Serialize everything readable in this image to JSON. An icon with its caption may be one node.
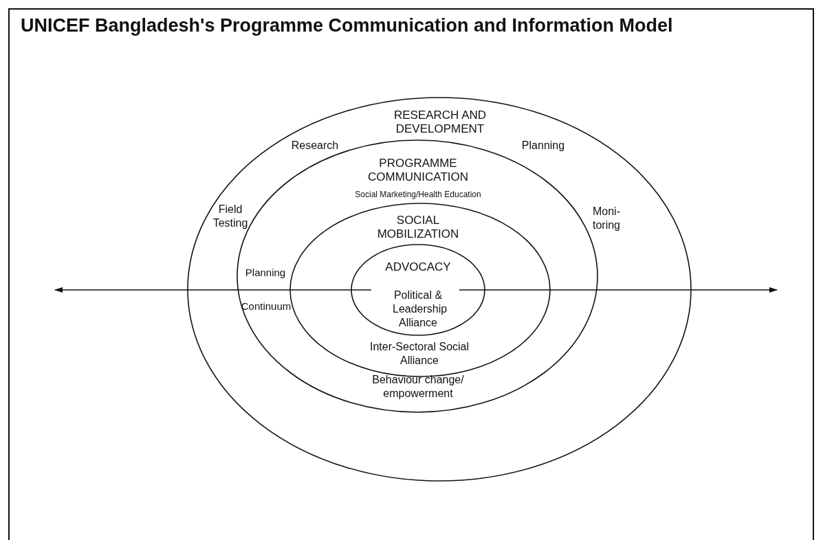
{
  "diagram": {
    "title": "UNICEF Bangladesh's Programme Communication and Information Model",
    "nodes": [
      {
        "text": [
          "RESEARCH AND DEVELOPMENT",
          "Research",
          "Planning",
          "Field Testing",
          "Moni- toring"
        ]
      },
      {
        "text": [
          "PROGRAMME COMMUNICATION",
          "Social Marketing/Health Education",
          "Behaviour change/ empowerment"
        ],
        "in": 0
      },
      {
        "text": [
          "SOCIAL MOBILIZATION",
          "Inter-Sectoral Social Alliance"
        ],
        "in": 1
      },
      {
        "text": [
          "ADVOCACY",
          "Political & Leadership Alliance"
        ],
        "in": 2
      }
    ],
    "labels": [
      "Planning",
      "Continuum"
    ]
  }
}
